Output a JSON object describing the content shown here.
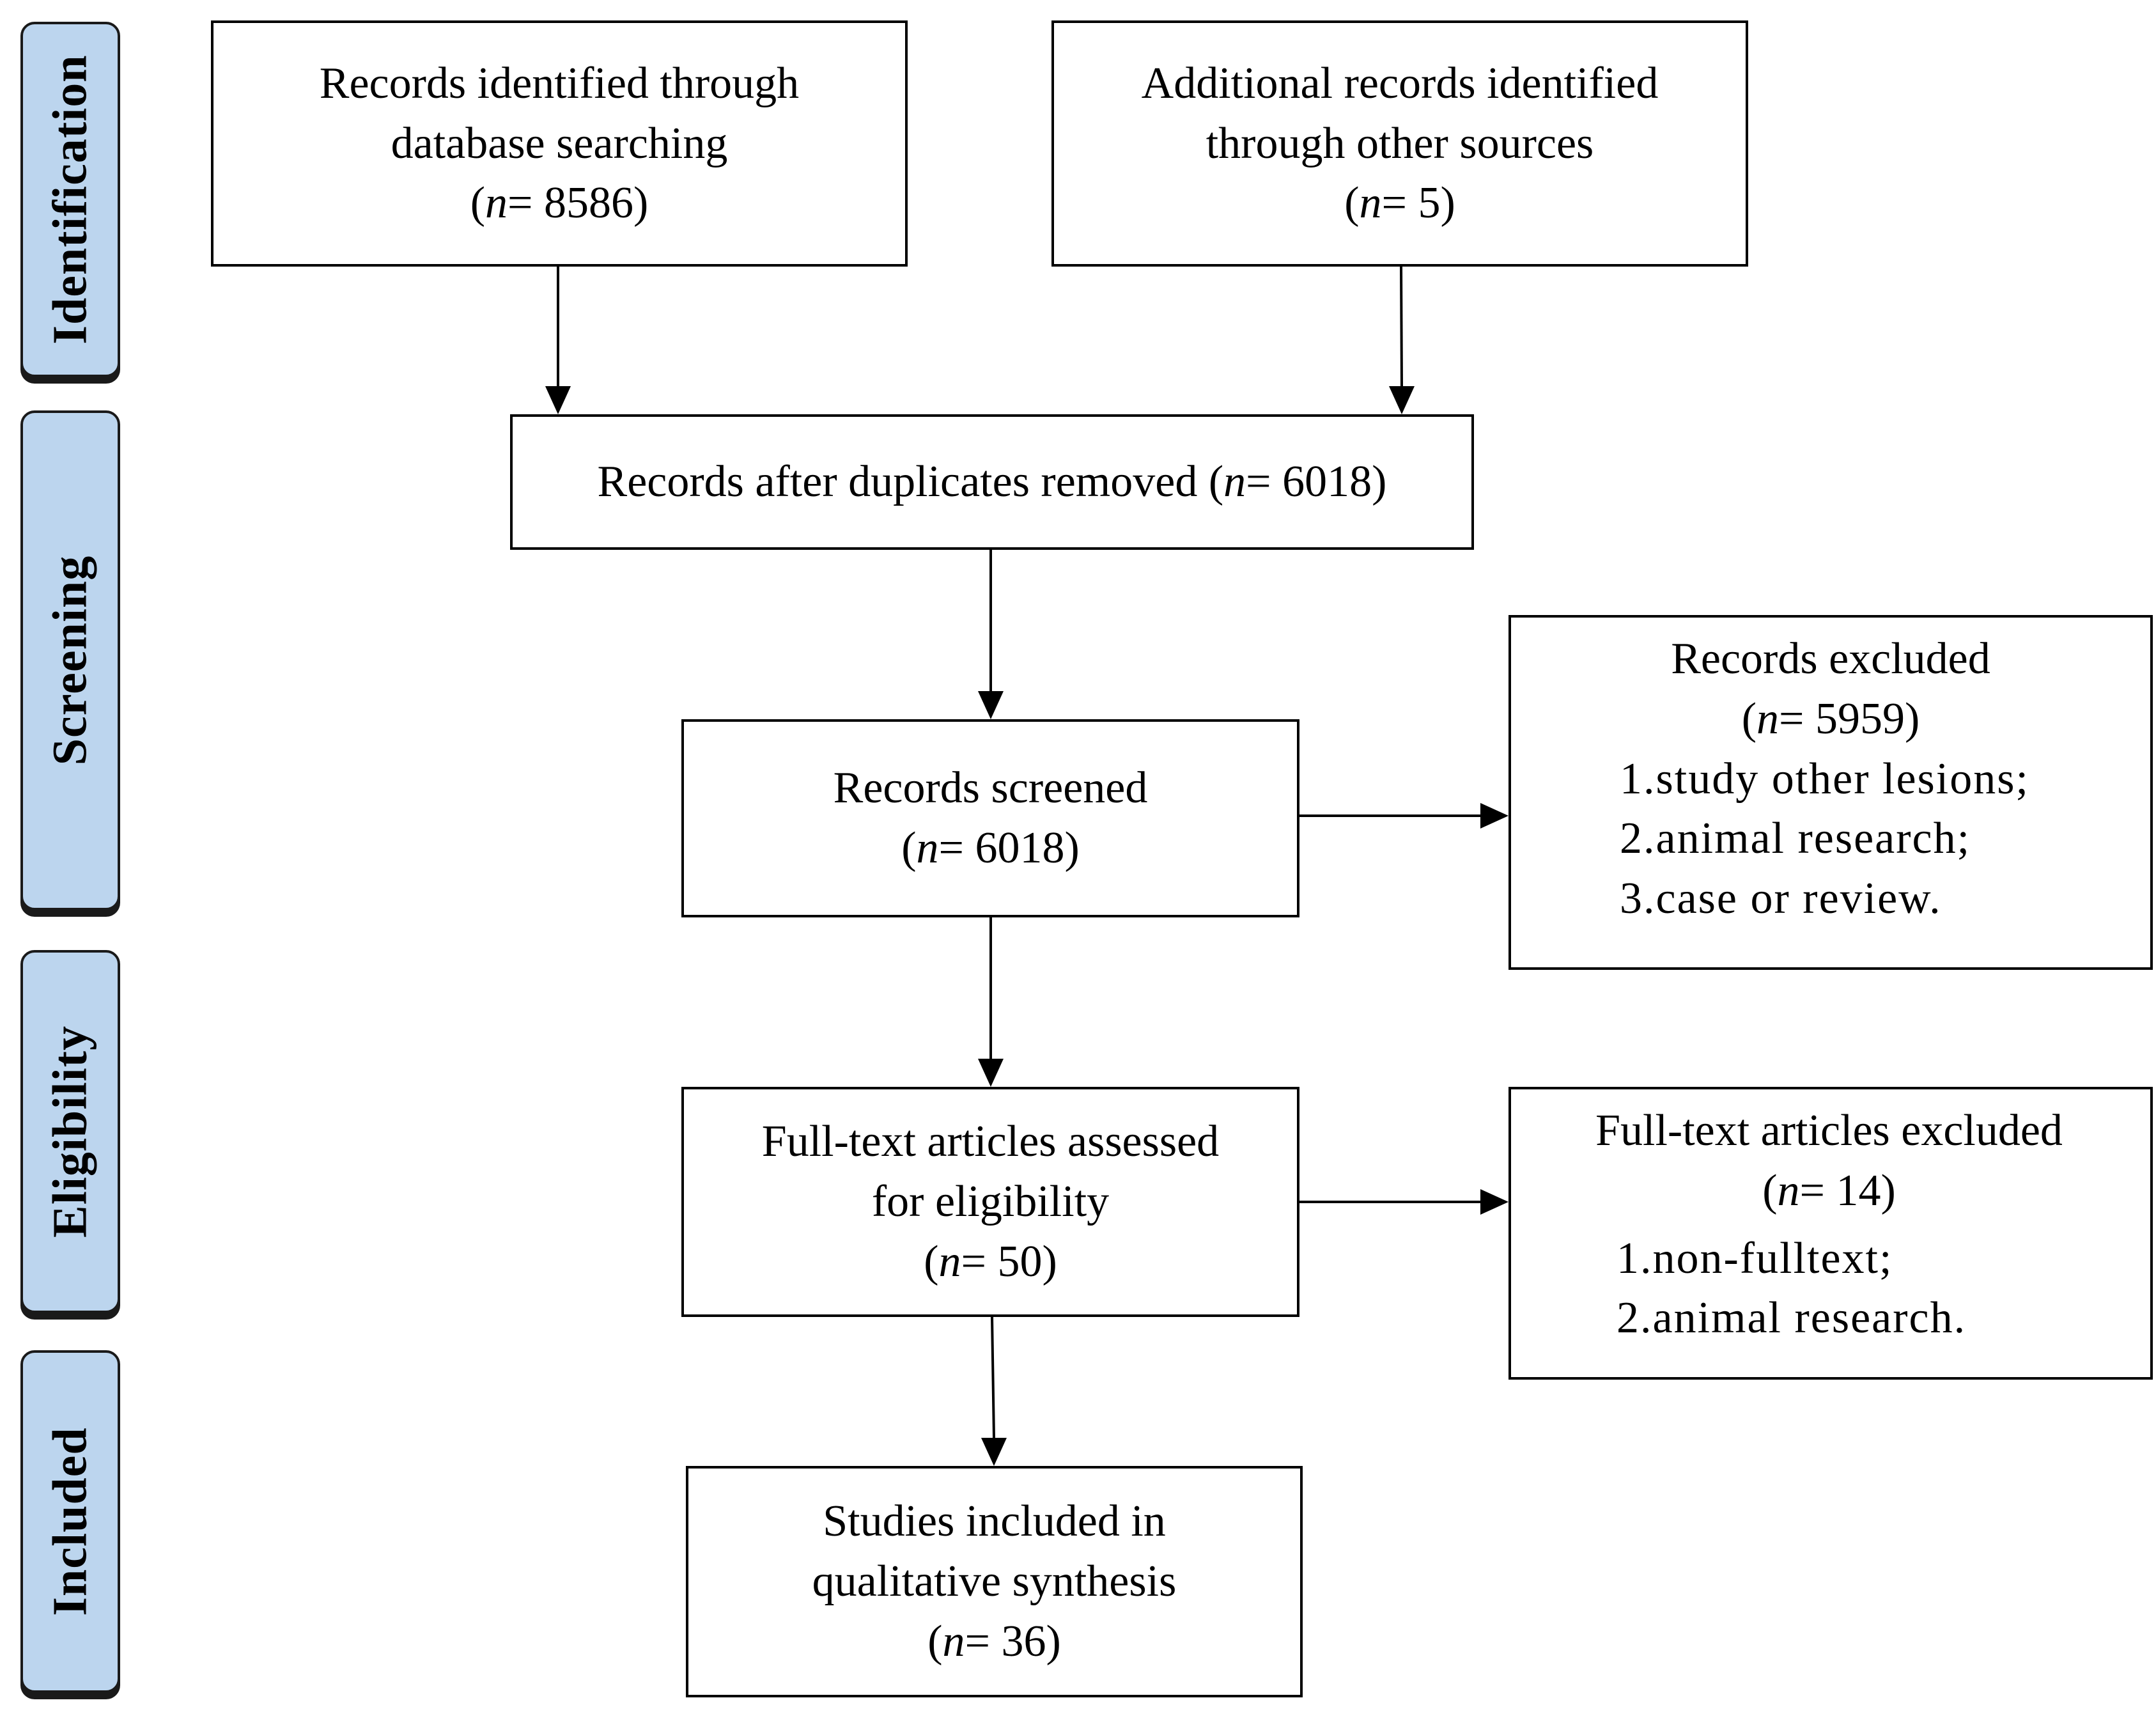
{
  "phases": [
    {
      "id": "identification",
      "label": "Identification"
    },
    {
      "id": "screening",
      "label": "Screening"
    },
    {
      "id": "eligibility",
      "label": "Eligibility"
    },
    {
      "id": "included",
      "label": "Included"
    }
  ],
  "n_symbol": "n",
  "boxes": {
    "database": {
      "lines": [
        "Records identified through",
        "database searching"
      ],
      "n": "8586"
    },
    "other": {
      "lines": [
        "Additional  records identified",
        "through other sources"
      ],
      "n": "5"
    },
    "dedup": {
      "text": "Records after duplicates removed",
      "n": "6018"
    },
    "screened": {
      "lines": [
        "Records screened"
      ],
      "n": "6018"
    },
    "excluded": {
      "title": "Records excluded",
      "n": "5959",
      "items": [
        "1.study other lesions;",
        "2.animal research;",
        "3.case or review."
      ]
    },
    "fulltext": {
      "lines": [
        "Full-text articles assessed",
        "for eligibility"
      ],
      "n": "50"
    },
    "fulltext_excluded": {
      "title": "Full-text articles excluded",
      "n": "14",
      "items": [
        "1.non-fulltext;",
        "2.animal research."
      ]
    },
    "included": {
      "lines": [
        "Studies included in",
        "qualitative  synthesis"
      ],
      "n": "36"
    }
  }
}
